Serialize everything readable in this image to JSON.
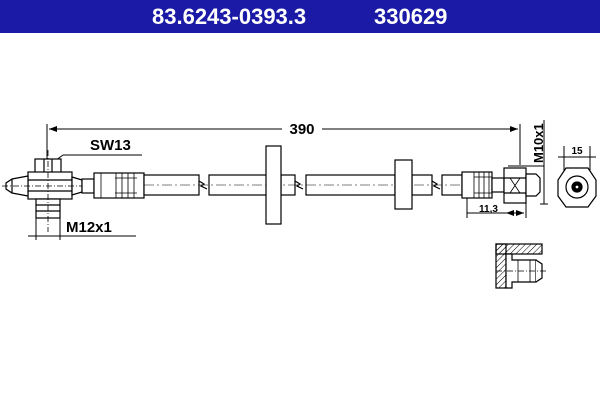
{
  "header": {
    "part_number": "83.6243-0393.3",
    "reference": "330629",
    "background_color": "#1a1aa6",
    "text_color": "#ffffff"
  },
  "dimensions": {
    "length": "390",
    "wrench_size": "SW13",
    "thread_left": "M12x1",
    "thread_right": "M10x1",
    "fitting_length": "11,3",
    "end_diameter": "15"
  }
}
